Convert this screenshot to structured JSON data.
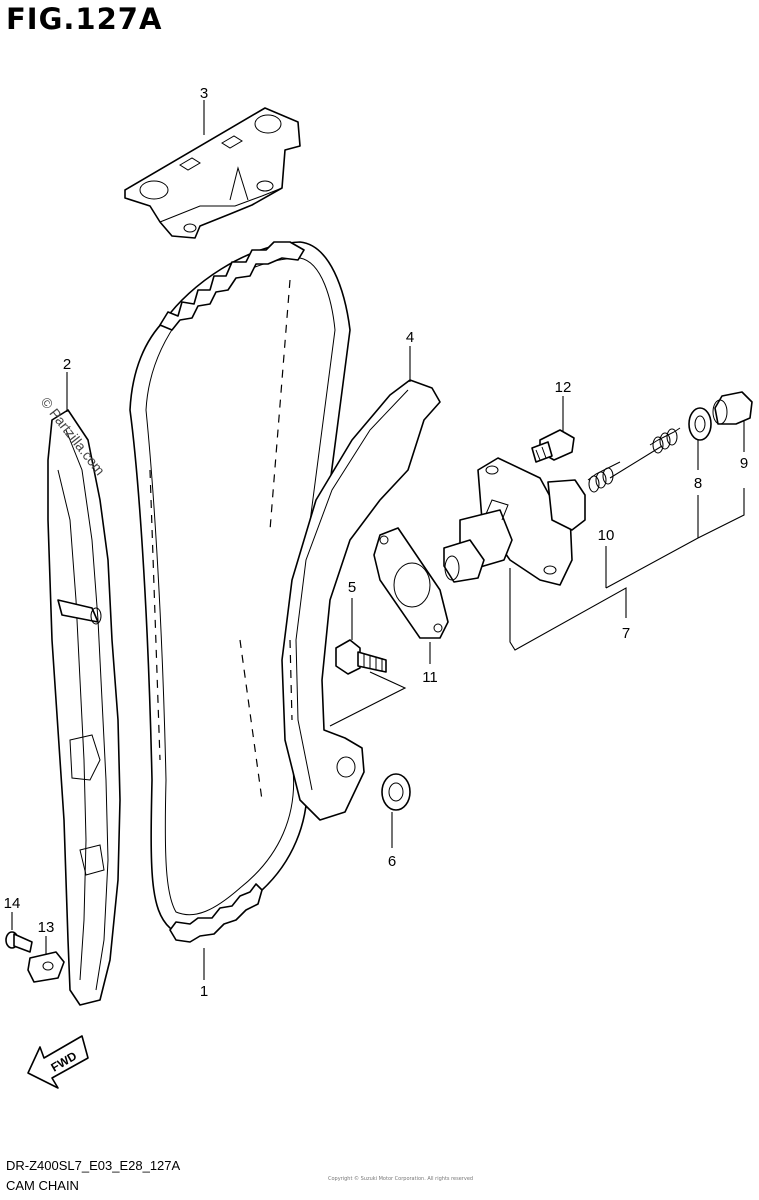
{
  "figure": {
    "title": "FIG.127A",
    "code": "DR-Z400SL7_E03_E28_127A",
    "name": "CAM CHAIN",
    "copyright": "Copyright © Suzuki Motor Corporation. All rights reserved",
    "watermark": "© Partzilla.com",
    "fwd_label": "FWD"
  },
  "callouts": {
    "c1": "1",
    "c2": "2",
    "c3": "3",
    "c4": "4",
    "c5": "5",
    "c6": "6",
    "c7": "7",
    "c8": "8",
    "c9": "9",
    "c10": "10",
    "c11": "11",
    "c12": "12",
    "c13": "13",
    "c14": "14"
  }
}
